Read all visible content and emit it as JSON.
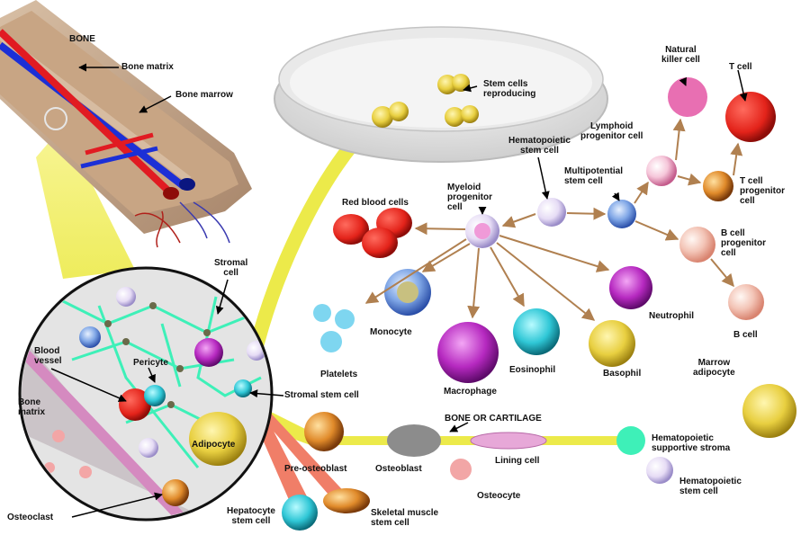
{
  "labels": {
    "bone": "BONE",
    "bone_matrix": "Bone matrix",
    "bone_marrow": "Bone marrow",
    "stem_cells_reproducing": [
      "Stem cells",
      "reproducing"
    ],
    "natural_killer": [
      "Natural",
      "killer cell"
    ],
    "t_cell": "T cell",
    "lymphoid_progenitor": [
      "Lymphoid",
      "progenitor cell"
    ],
    "t_cell_progenitor": [
      "T cell",
      "progenitor",
      "cell"
    ],
    "hematopoietic_stem_cell_top": [
      "Hematopoietic",
      "stem cell"
    ],
    "multipotential_stem_cell": [
      "Multipotential",
      "stem cell"
    ],
    "myeloid_progenitor": [
      "Myeloid",
      "progenitor",
      "cell"
    ],
    "red_blood_cells": "Red blood cells",
    "b_cell_progenitor": [
      "B cell",
      "progenitor",
      "cell"
    ],
    "b_cell": "B cell",
    "stromal_cell": [
      "Stromal",
      "cell"
    ],
    "monocyte": "Monocyte",
    "neutrophil": "Neutrophil",
    "platelets": "Platelets",
    "eosinophil": "Eosinophil",
    "basophil": "Basophil",
    "macrophage": "Macrophage",
    "marrow_adipocyte": [
      "Marrow",
      "adipocyte"
    ],
    "blood_vessel": [
      "Blood",
      "vessel"
    ],
    "pericyte": "Pericyte",
    "stromal_stem_cell": "Stromal stem cell",
    "bone_matrix_circle": [
      "Bone",
      "matrix"
    ],
    "adipocyte": "Adipocyte",
    "bone_or_cartilage": "BONE OR CARTILAGE",
    "pre_osteoblast": "Pre-osteoblast",
    "osteoblast": "Osteoblast",
    "lining_cell": "Lining cell",
    "hematopoietic_supportive_stroma": [
      "Hematopoietic",
      "supportive stroma"
    ],
    "osteocyte": "Osteocyte",
    "osteoclast": "Osteoclast",
    "hepatocyte_stem_cell": [
      "Hepatocyte",
      "stem cell"
    ],
    "skeletal_muscle_stem_cell": [
      "Skeletal muscle",
      "stem cell"
    ],
    "hematopoietic_stem_cell_bottom": [
      "Hematopoietic",
      "stem cell"
    ]
  },
  "colors": {
    "beam_yellow": "#f4f06a",
    "arrow_brown": "#b08050",
    "artery": "#e11b22",
    "vein": "#1c2fd6",
    "stroma": "#3ef0b8",
    "bone_tan": "#c9a98a"
  }
}
